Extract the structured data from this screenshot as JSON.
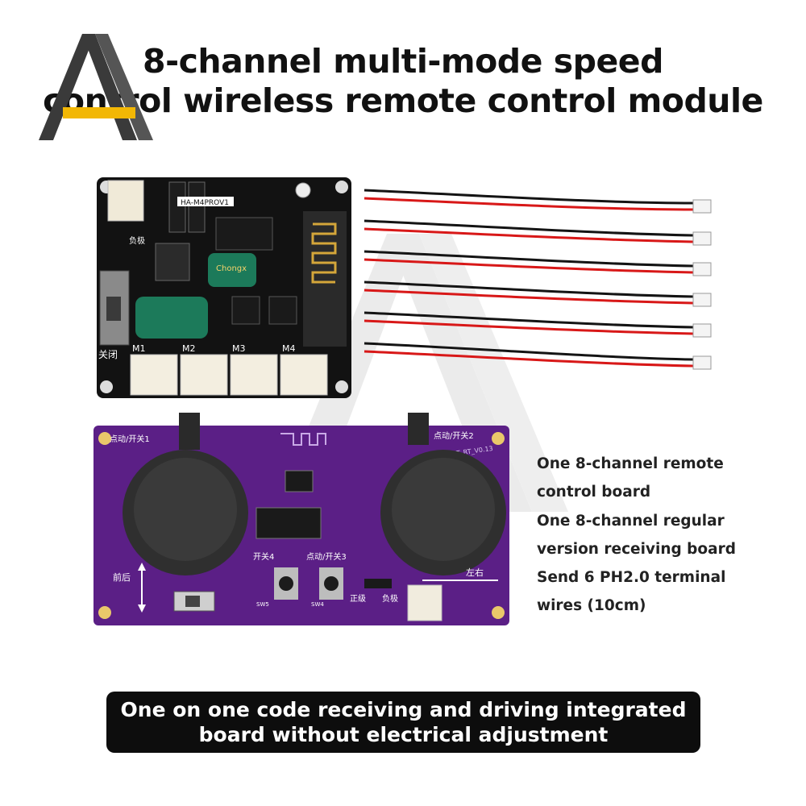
{
  "title": {
    "line1": "8-channel multi-mode speed",
    "line2": "control wireless remote control module"
  },
  "receiver_board": {
    "model_label": "HA-M4PROV1",
    "switch_label": "关闭",
    "negative_label": "负极",
    "motor_labels": [
      "M1",
      "M2",
      "M3",
      "M4"
    ],
    "capacitor_brand": "Chongx"
  },
  "remote_board": {
    "model_label": "HA8/95-IT_RT_V0.13",
    "button1_label": "点动/开关1",
    "button2_label": "点动/开关2",
    "button3_label": "点动/开关3",
    "button4_label": "开关4",
    "forward_back_label": "前后",
    "left_right_label": "左右",
    "positive_label": "正级",
    "negative_label": "负极",
    "sw5_label": "SW5",
    "sw4_label": "SW4"
  },
  "contents": {
    "line1": "One 8-channel remote",
    "line2": "control board",
    "line3": "One 8-channel regular",
    "line4": "version receiving board",
    "line5": "Send 6 PH2.0 terminal",
    "line6": "wires (10cm)"
  },
  "banner": {
    "line1": "One on one code receiving and driving integrated",
    "line2": "board without electrical adjustment"
  },
  "colors": {
    "receiver_pcb": "#121212",
    "remote_pcb": "#5b1f86",
    "wire_red": "#d81818",
    "wire_black": "#141414",
    "logo_dark": "#3a3a3a",
    "logo_accent": "#f2b705"
  }
}
